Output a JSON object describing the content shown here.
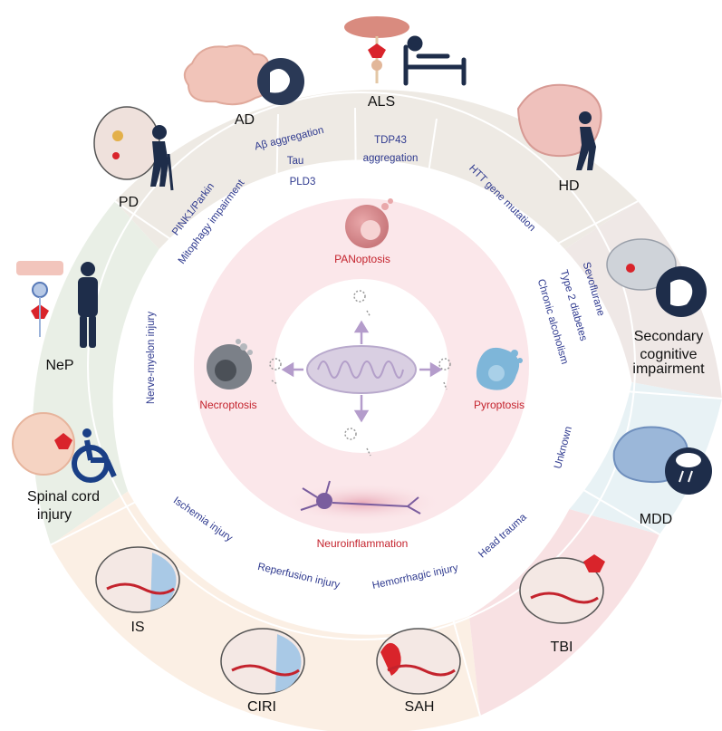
{
  "colors": {
    "ring_top": "#eeeae4",
    "ring_left": "#e9efe6",
    "ring_bottom": "#fbefe4",
    "ring_right_top": "#efe8e6",
    "ring_right_mid": "#e8f2f5",
    "ring_right_bot": "#f8e1e3",
    "inner_disc": "#fbe7ea",
    "core": "#ffffff",
    "mechanism_text": "#2f3a8f",
    "pathway_text": "#c4232d",
    "disease_text": "#111111",
    "divider": "#ffffff"
  },
  "diseases": {
    "ad": "AD",
    "als": "ALS",
    "pd": "PD",
    "hd": "HD",
    "nep": "NeP",
    "sci_line1": "Spinal cord",
    "sci_line2": "injury",
    "sci_line1_": "Secondary",
    "sci_line2_": "cognitive",
    "sci_line3_": "impairment",
    "mdd": "MDD",
    "is": "IS",
    "ciri": "CIRI",
    "sah": "SAH",
    "tbi": "TBI"
  },
  "mechanisms": {
    "pink1": "PINK1/Parkin",
    "mitophagy": "Mitophagy impairment",
    "abeta": "Aβ aggregation",
    "tau": "Tau",
    "pld3": "PLD3",
    "tdp43_1": "TDP43",
    "tdp43_2": "aggregation",
    "htt": "HTT gene mutation",
    "sevo": "Sevoflurane",
    "t2d": "Type 2 diabetes",
    "alcohol": "Chronic alcoholism",
    "unknown": "Unknown",
    "nerve": "Nerve-myelon injury",
    "ischemia": "Ischemia injury",
    "reperfusion": "Reperfusion injury",
    "hemorrhagic": "Hemorrhagic injury",
    "head_trauma": "Head trauma"
  },
  "pathways": {
    "panoptosis": "PANoptosis",
    "necroptosis": "Necroptosis",
    "pyroptosis": "Pyroptosis",
    "neuroinflammation": "Neuroinflammation"
  },
  "icons": {
    "center": "mitochondrion-icon",
    "pan": "panoptotic-cell-icon",
    "nec": "necroptotic-cell-icon",
    "pyr": "pyroptotic-cell-icon",
    "neuron": "neuron-icon"
  }
}
